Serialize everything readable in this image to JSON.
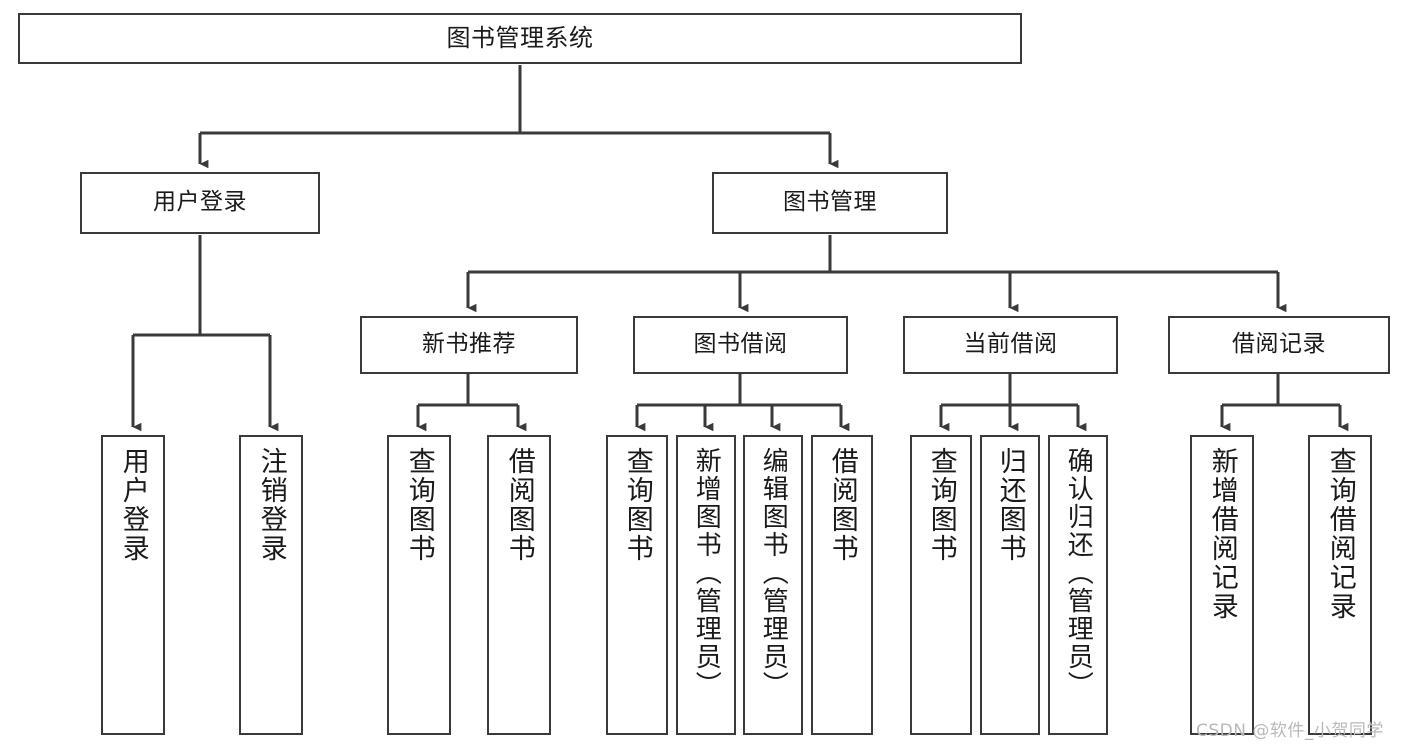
{
  "diagram": {
    "title": "图书管理系统",
    "type": "tree-functional-structure",
    "watermark": "CSDN @软件_小贺同学",
    "colors": {
      "box_border": "#3a3a3a",
      "box_fill": "#ffffff",
      "connector": "#3a3a3a",
      "text": "#1a1a1a",
      "watermark": "#b9b9b9",
      "background": "#ffffff"
    },
    "root": {
      "label": "图书管理系统"
    },
    "level2": [
      {
        "id": "user-login",
        "label": "用户登录"
      },
      {
        "id": "book-management",
        "label": "图书管理"
      }
    ],
    "level3": [
      {
        "id": "new-book-recommend",
        "label": "新书推荐"
      },
      {
        "id": "book-borrow",
        "label": "图书借阅"
      },
      {
        "id": "current-borrow",
        "label": "当前借阅"
      },
      {
        "id": "borrow-record",
        "label": "借阅记录"
      }
    ],
    "leaves": {
      "user-login": [
        {
          "id": "leaf-user-login",
          "label": "用户登录"
        },
        {
          "id": "leaf-logout-login",
          "label": "注销登录"
        }
      ],
      "new-book-recommend": [
        {
          "id": "leaf-query-book-1",
          "label": "查询图书"
        },
        {
          "id": "leaf-borrow-book-1",
          "label": "借阅图书"
        }
      ],
      "book-borrow": [
        {
          "id": "leaf-query-book-2",
          "label": "查询图书"
        },
        {
          "id": "leaf-add-book",
          "label": "新增图书（管理员）"
        },
        {
          "id": "leaf-edit-book",
          "label": "编辑图书（管理员）"
        },
        {
          "id": "leaf-borrow-book-2",
          "label": "借阅图书"
        }
      ],
      "current-borrow": [
        {
          "id": "leaf-query-book-3",
          "label": "查询图书"
        },
        {
          "id": "leaf-return-book",
          "label": "归还图书"
        },
        {
          "id": "leaf-confirm-return",
          "label": "确认归还（管理员）"
        }
      ],
      "borrow-record": [
        {
          "id": "leaf-add-record",
          "label": "新增借阅记录"
        },
        {
          "id": "leaf-query-record",
          "label": "查询借阅记录"
        }
      ]
    }
  }
}
